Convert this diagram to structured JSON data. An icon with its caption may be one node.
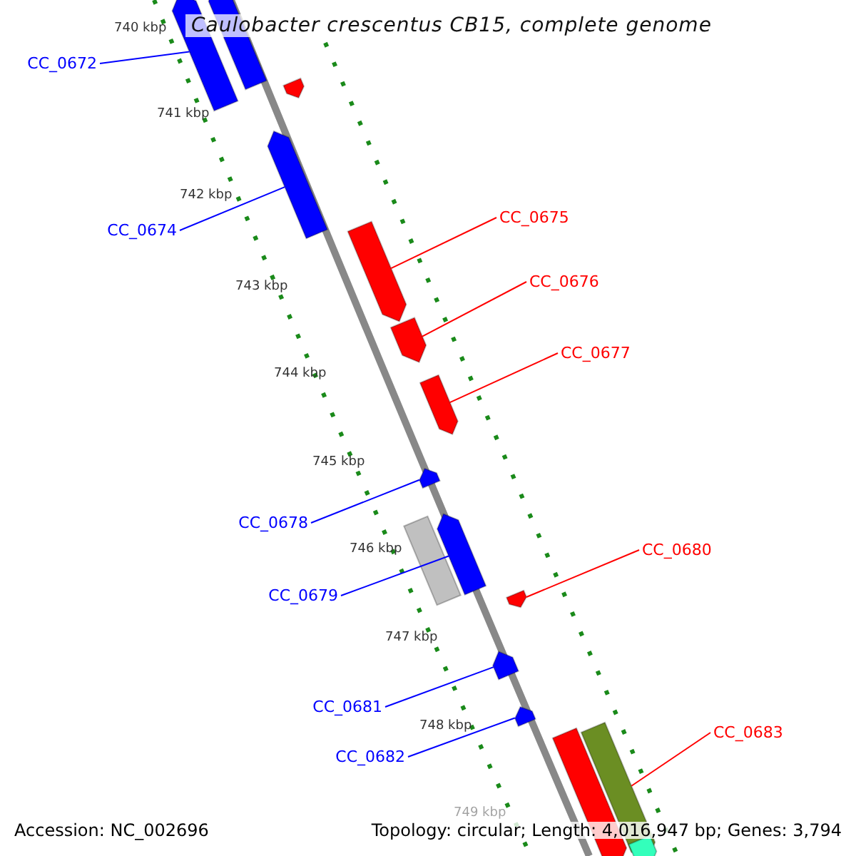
{
  "diagram": {
    "title": "Caulobacter crescentus CB15, complete genome",
    "nodes": [
      {
        "text": [
          "CC_0672"
        ]
      },
      {
        "text": [
          "CC_0674"
        ]
      },
      {
        "text": [
          "CC_0675"
        ]
      },
      {
        "text": [
          "CC_0676"
        ]
      },
      {
        "text": [
          "CC_0677"
        ]
      },
      {
        "text": [
          "CC_0678"
        ]
      },
      {
        "text": [
          "CC_0679"
        ]
      },
      {
        "text": [
          "CC_0680"
        ]
      },
      {
        "text": [
          "CC_0681"
        ]
      },
      {
        "text": [
          "CC_0682"
        ]
      },
      {
        "text": [
          "CC_0683"
        ]
      },
      {
        "text": [],
        "shape": "bar"
      },
      {
        "text": [],
        "shape": "bar"
      },
      {
        "text": [],
        "shape": "bar"
      },
      {
        "text": [],
        "shape": "bar"
      },
      {
        "text": [],
        "shape": "bar"
      },
      {
        "text": [],
        "shape": "bar"
      },
      {
        "text": [],
        "shape": "bar"
      },
      {
        "text": [],
        "shape": "bar"
      },
      {
        "text": [],
        "shape": "bar"
      },
      {
        "text": [],
        "shape": "bar"
      },
      {
        "text": [],
        "shape": "bar"
      },
      {
        "text": [],
        "shape": "bar"
      },
      {
        "text": [],
        "shape": "bar"
      },
      {
        "text": [],
        "shape": "bar"
      },
      {
        "text": [],
        "shape": "bar"
      },
      {
        "text": [],
        "shape": "bar"
      }
    ],
    "edges": [
      {
        "from": 0,
        "to": 11,
        "arrow": "none"
      },
      {
        "from": 1,
        "to": 14,
        "arrow": "none"
      },
      {
        "from": 2,
        "to": 15,
        "arrow": "none",
        "color": "#ff0000"
      },
      {
        "from": 3,
        "to": 16,
        "arrow": "none",
        "color": "#ff0000"
      },
      {
        "from": 4,
        "to": 17,
        "arrow": "none",
        "color": "#ff0000"
      },
      {
        "from": 5,
        "to": 18,
        "arrow": "none"
      },
      {
        "from": 6,
        "to": 20,
        "arrow": "none"
      },
      {
        "from": 7,
        "to": 21,
        "arrow": "none",
        "color": "#ff0000"
      },
      {
        "from": 8,
        "to": 22,
        "arrow": "none"
      },
      {
        "from": 9,
        "to": 23,
        "arrow": "none"
      },
      {
        "from": 10,
        "to": 25,
        "arrow": "none",
        "color": "#ff0000"
      }
    ],
    "labels": [
      "740 kbp",
      "741 kbp",
      "742 kbp",
      "743 kbp",
      "744 kbp",
      "745 kbp",
      "746 kbp",
      "747 kbp",
      "748 kbp",
      "749 kbp",
      "Accession: NC_002696",
      "Topology: circular; Length: 4,016,947 bp; Genes: 3,794"
    ]
  }
}
